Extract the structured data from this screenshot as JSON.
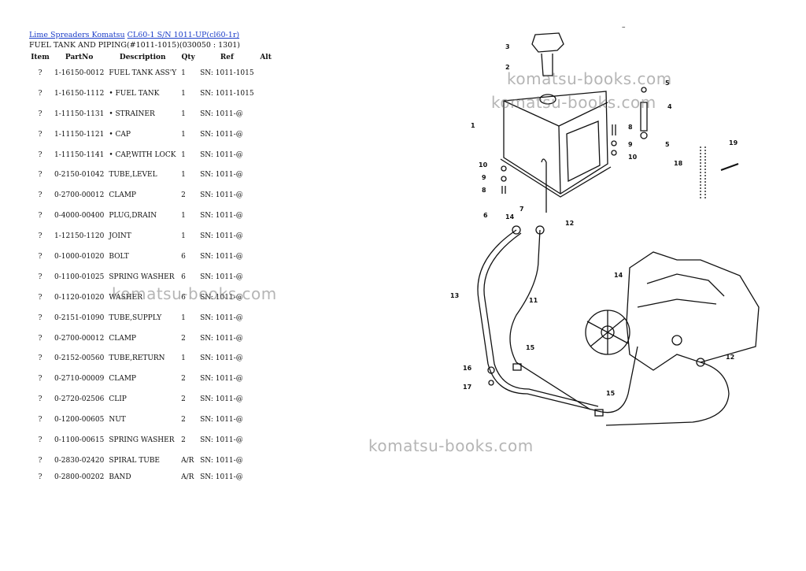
{
  "breadcrumb": {
    "link1": "Lime Spreaders Komatsu",
    "link2": "CL60-1 S/N 1011-UP(cl60-1r)"
  },
  "subtitle": "FUEL TANK AND PIPING(#1011-1015)(030050 : 1301)",
  "dash": "–",
  "columns": [
    "Item",
    "PartNo",
    "Description",
    "Qty",
    "Ref",
    "Alt"
  ],
  "rows": [
    {
      "item": "?",
      "part": "1-16150-0012",
      "desc": "FUEL TANK ASS'Y",
      "qty": "1",
      "ref": "SN: 1011-1015",
      "alt": ""
    },
    {
      "item": "?",
      "part": "1-16150-1112",
      "desc": "• FUEL TANK",
      "qty": "1",
      "ref": "SN: 1011-1015",
      "alt": ""
    },
    {
      "item": "?",
      "part": "1-11150-1131",
      "desc": "• STRAINER",
      "qty": "1",
      "ref": "SN: 1011-@",
      "alt": ""
    },
    {
      "item": "?",
      "part": "1-11150-1121",
      "desc": "• CAP",
      "qty": "1",
      "ref": "SN: 1011-@",
      "alt": ""
    },
    {
      "item": "?",
      "part": "1-11150-1141",
      "desc": "• CAP,WITH LOCK",
      "qty": "1",
      "ref": "SN: 1011-@",
      "alt": ""
    },
    {
      "item": "?",
      "part": "0-2150-01042",
      "desc": "TUBE,LEVEL",
      "qty": "1",
      "ref": "SN: 1011-@",
      "alt": ""
    },
    {
      "item": "?",
      "part": "0-2700-00012",
      "desc": "CLAMP",
      "qty": "2",
      "ref": "SN: 1011-@",
      "alt": ""
    },
    {
      "item": "?",
      "part": "0-4000-00400",
      "desc": "PLUG,DRAIN",
      "qty": "1",
      "ref": "SN: 1011-@",
      "alt": ""
    },
    {
      "item": "?",
      "part": "1-12150-1120",
      "desc": "JOINT",
      "qty": "1",
      "ref": "SN: 1011-@",
      "alt": ""
    },
    {
      "item": "?",
      "part": "0-1000-01020",
      "desc": "BOLT",
      "qty": "6",
      "ref": "SN: 1011-@",
      "alt": ""
    },
    {
      "item": "?",
      "part": "0-1100-01025",
      "desc": "SPRING WASHER",
      "qty": "6",
      "ref": "SN: 1011-@",
      "alt": ""
    },
    {
      "item": "?",
      "part": "0-1120-01020",
      "desc": "WASHER",
      "qty": "6",
      "ref": "SN: 1011-@",
      "alt": ""
    },
    {
      "item": "?",
      "part": "0-2151-01090",
      "desc": "TUBE,SUPPLY",
      "qty": "1",
      "ref": "SN: 1011-@",
      "alt": ""
    },
    {
      "item": "?",
      "part": "0-2700-00012",
      "desc": "CLAMP",
      "qty": "2",
      "ref": "SN: 1011-@",
      "alt": ""
    },
    {
      "item": "?",
      "part": "0-2152-00560",
      "desc": "TUBE,RETURN",
      "qty": "1",
      "ref": "SN: 1011-@",
      "alt": ""
    },
    {
      "item": "?",
      "part": "0-2710-00009",
      "desc": "CLAMP",
      "qty": "2",
      "ref": "SN: 1011-@",
      "alt": ""
    },
    {
      "item": "?",
      "part": "0-2720-02506",
      "desc": "CLIP",
      "qty": "2",
      "ref": "SN: 1011-@",
      "alt": ""
    },
    {
      "item": "?",
      "part": "0-1200-00605",
      "desc": "NUT",
      "qty": "2",
      "ref": "SN: 1011-@",
      "alt": ""
    },
    {
      "item": "?",
      "part": "0-1100-00615",
      "desc": "SPRING WASHER",
      "qty": "2",
      "ref": "SN: 1011-@",
      "alt": ""
    },
    {
      "item": "?",
      "part": "0-2830-02420",
      "desc": "SPIRAL TUBE",
      "qty": "A/R",
      "ref": "SN: 1011-@",
      "alt": ""
    },
    {
      "item": "?",
      "part": "0-2800-00202",
      "desc": "BAND",
      "qty": "A/R",
      "ref": "SN: 1011-@",
      "alt": ""
    }
  ],
  "watermark": "komatsu-books.com",
  "diagram": {
    "callouts": [
      "1",
      "2",
      "3",
      "4",
      "5",
      "5",
      "6",
      "7",
      "8",
      "8",
      "9",
      "9",
      "10",
      "10",
      "11",
      "12",
      "12",
      "13",
      "14",
      "14",
      "15",
      "15",
      "16",
      "17",
      "18",
      "19"
    ]
  }
}
